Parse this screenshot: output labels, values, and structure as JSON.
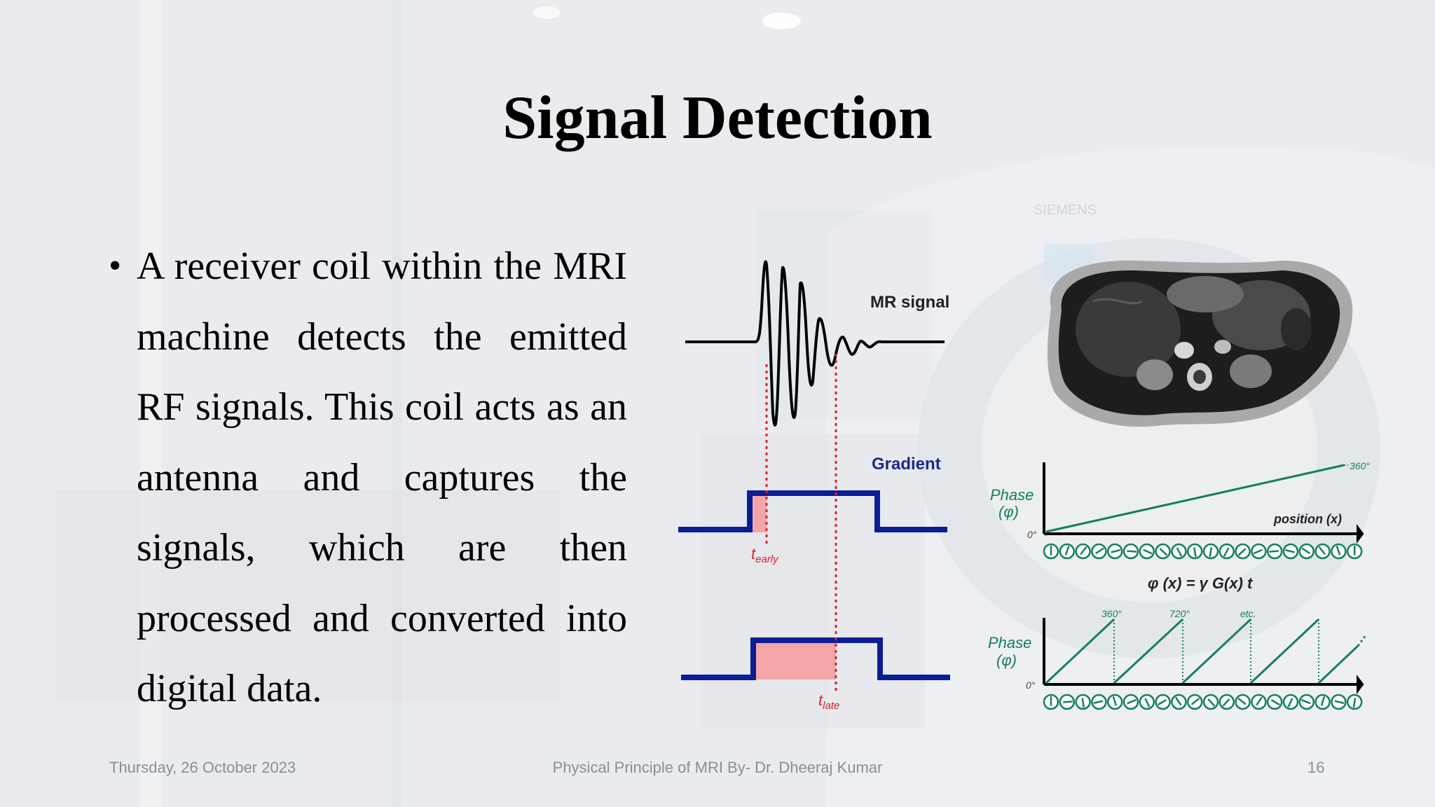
{
  "slide": {
    "title": "Signal Detection",
    "bullet": "A receiver coil within the MRI machine detects the emitted RF signals. This coil acts as an antenna and captures the signals, which are then processed and converted into digital data."
  },
  "footer": {
    "date": "Thursday, 26 October 2023",
    "center": "Physical Principle of MRI By- Dr. Dheeraj Kumar",
    "page": "16"
  },
  "diagram": {
    "mr_signal_label": "MR signal",
    "gradient_label": "Gradient",
    "t_early": {
      "base": "t",
      "sub": "early"
    },
    "t_late": {
      "base": "t",
      "sub": "late"
    },
    "phase_label_1": "Phase",
    "phase_symbol_1": "(φ)",
    "phase_label_2": "Phase",
    "phase_symbol_2": "(φ)",
    "zero_deg_1": "0°",
    "zero_deg_2": "0°",
    "deg_360_top": "360°",
    "position_label": "position (x)",
    "equation": "φ (x) = γ G(x) t",
    "deg_360": "360°",
    "deg_720": "720°",
    "etc": "etc.",
    "mri_brand": "SIEMENS"
  },
  "colors": {
    "gradient_blue": "#0a1e96",
    "fill_pink": "#f4a5a7",
    "dotted_red": "#d8232a",
    "phase_green": "#14805a",
    "label_blue": "#1b2a8c"
  }
}
